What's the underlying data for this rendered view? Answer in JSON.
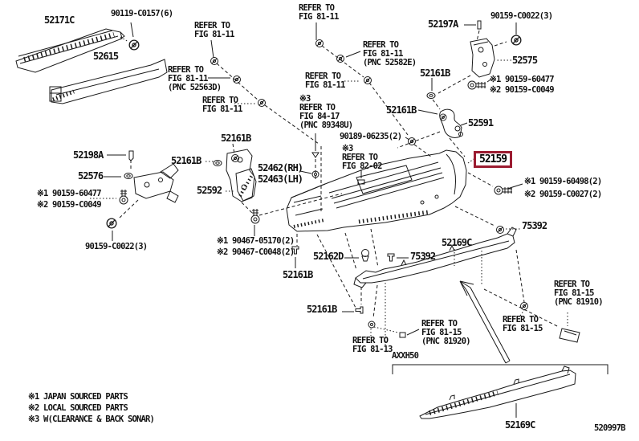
{
  "diagram": {
    "highlight_color": "#9B1B30",
    "drawing_number": "520997B",
    "model_code": "AXXH50"
  },
  "highlighted_part": {
    "number": "52159"
  },
  "parts": {
    "p52171c": "52171C",
    "p52615": "52615",
    "p90119": "90119-C0157(6)",
    "p52197a": "52197A",
    "p90159c0022_top": "90159-C0022(3)",
    "p52575": "52575",
    "p52161b": "52161B",
    "p52591": "52591",
    "s60477": "※1 90159-60477",
    "sC0049": "※2 90159-C0049",
    "p52198a": "52198A",
    "p52576": "52576",
    "p90159c0022_bottom": "90159-C0022(3)",
    "p52462rh": "52462(RH)",
    "p52463lh": "52463(LH)",
    "p52592": "52592",
    "p90189": "90189-06235(2)",
    "s90467a": "※1 90467-05170(2)",
    "s90467b": "※2 90467-C0048(2)",
    "p52162d": "52162D",
    "p75392": "75392",
    "p52169c": "52169C",
    "s60498": "※1 90159-60498(2)",
    "sC0027": "※2 90159-C0027(2)"
  },
  "notes": {
    "fig8111": "REFER TO\nFIG 81-11",
    "fig8111_pnc52563d": "REFER TO\nFIG 81-11\n(PNC 52563D)",
    "fig8111_pnc52582e": "REFER TO\nFIG 81-11\n(PNC 52582E)",
    "fig8417": "※3\nREFER TO\nFIG 84-17\n(PNC 89348U)",
    "fig8202": "※3\nREFER TO\nFIG 82-02",
    "fig8113": "REFER TO\nFIG 81-13",
    "fig8115": "REFER TO\nFIG 81-15",
    "fig8115_pnc81910": "REFER TO\nFIG 81-15\n(PNC 81910)",
    "fig8115_pnc81920": "REFER TO\nFIG 81-15\n(PNC 81920)"
  },
  "legend": {
    "item1": "※1 JAPAN SOURCED PARTS",
    "item2": "※2 LOCAL SOURCED PARTS",
    "item3": "※3 W(CLEARANCE & BACK SONAR)"
  }
}
